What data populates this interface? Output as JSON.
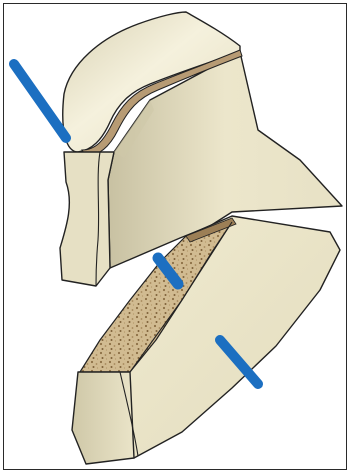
{
  "figure": {
    "subject": "bone-wedge-osteotomy-illustration",
    "colors": {
      "bone_cortex": "#e9e3c7",
      "bone_shadow": "#b9b293",
      "bone_highlight": "#f6f2df",
      "cancellous": "#cbb48a",
      "cancellous_speckle": "#8c6f45",
      "pin_blue": "#1c6fc1",
      "outline": "#222222",
      "frame_border": "#2a2a2a"
    },
    "icons": [
      "upper-bone-fragment",
      "lower-bone-fragment",
      "k-wire-pin",
      "k-wire-pin",
      "k-wire-pin"
    ]
  }
}
